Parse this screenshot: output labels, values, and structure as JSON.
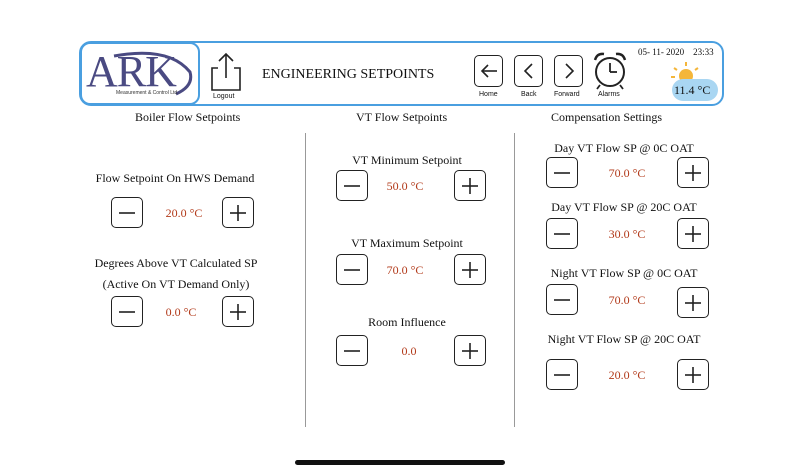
{
  "header": {
    "logo_text": "ARK",
    "logo_subtitle": "Measurement & Control Ltd.",
    "logout_label": "Logout",
    "title": "ENGINEERING SETPOINTS",
    "nav": [
      {
        "label": "Home",
        "icon": "arrow-left-icon"
      },
      {
        "label": "Back",
        "icon": "chevron-left-icon"
      },
      {
        "label": "Forward",
        "icon": "chevron-right-icon"
      },
      {
        "label": "Alarms",
        "icon": "alarm-clock-icon"
      }
    ],
    "date": "05- 11- 2020",
    "time": "23:33",
    "outdoor_temp": "11.4 °C",
    "weather_icon": "partly-cloudy-icon"
  },
  "columns": {
    "boiler": {
      "title": "Boiler Flow Setpoints",
      "items": [
        {
          "label": "Flow Setpoint On HWS Demand",
          "value": "20.0 °C"
        },
        {
          "label": "Degrees Above VT Calculated SP",
          "label2": "(Active On VT Demand Only)",
          "value": "0.0 °C"
        }
      ]
    },
    "vt": {
      "title": "VT Flow Setpoints",
      "items": [
        {
          "label": "VT Minimum Setpoint",
          "value": "50.0 °C"
        },
        {
          "label": "VT Maximum Setpoint",
          "value": "70.0 °C"
        },
        {
          "label": "Room Influence",
          "value": "0.0"
        }
      ]
    },
    "comp": {
      "title": "Compensation Settings",
      "items": [
        {
          "label": "Day VT Flow SP @ 0C OAT",
          "value": "70.0 °C"
        },
        {
          "label": "Day VT Flow SP @ 20C OAT",
          "value": "30.0 °C"
        },
        {
          "label": "Night VT Flow SP @ 0C OAT",
          "value": "70.0 °C"
        },
        {
          "label": "Night VT Flow SP @ 20C OAT",
          "value": "20.0 °C"
        }
      ]
    }
  },
  "colors": {
    "accent": "#4a9fe0",
    "value_text": "#b23a1a",
    "weather_bg": "#a9d6f2"
  }
}
